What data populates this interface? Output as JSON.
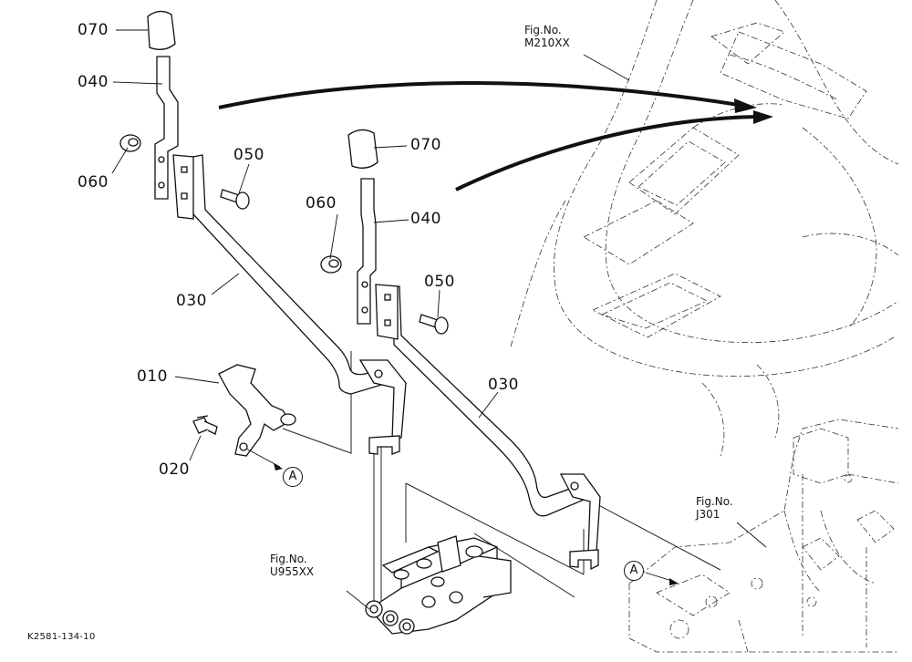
{
  "labels": {
    "p070a": "070",
    "p040a": "040",
    "p060a": "060",
    "p050a": "050",
    "p030a": "030",
    "p070b": "070",
    "p060b": "060",
    "p040b": "040",
    "p050b": "050",
    "p030b": "030",
    "p010": "010",
    "p020": "020"
  },
  "figrefs": {
    "m210_line1": "Fig.No.",
    "m210_line2": "M210XX",
    "j301_line1": "Fig.No.",
    "j301_line2": "J301",
    "u955_line1": "Fig.No.",
    "u955_line2": "U955XX"
  },
  "markers": {
    "a1": "A",
    "a2": "A"
  },
  "footer": {
    "code": "K2581-134-10"
  }
}
